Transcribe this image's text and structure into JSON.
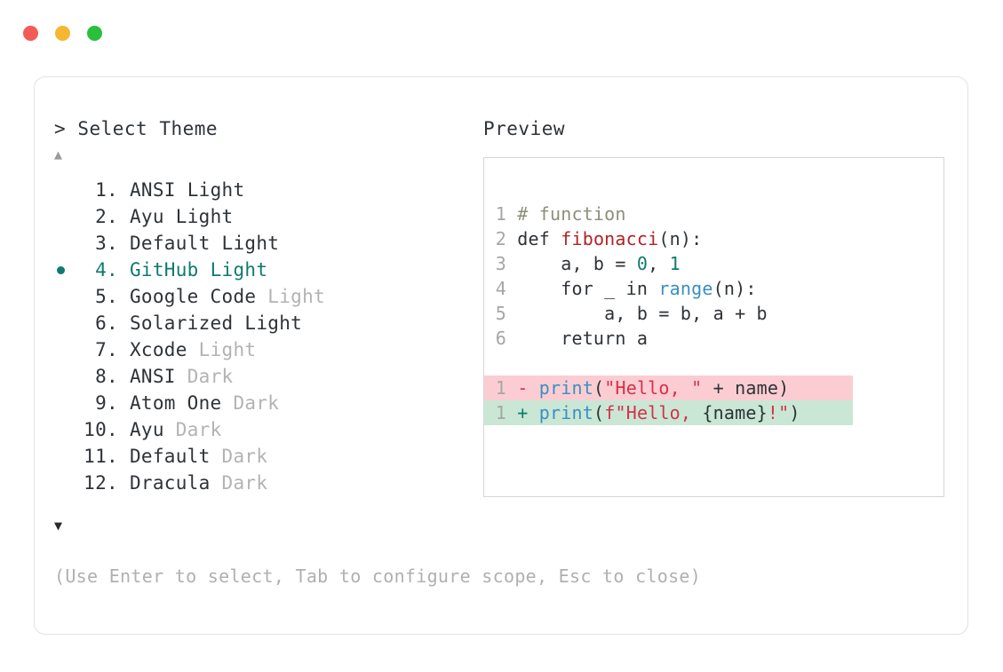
{
  "window": {
    "buttons": [
      {
        "name": "close",
        "color": "#f55b55"
      },
      {
        "name": "minimize",
        "color": "#f5b731"
      },
      {
        "name": "maximize",
        "color": "#28c03c"
      }
    ]
  },
  "picker": {
    "prompt_caret": ">",
    "prompt_label": "Select Theme",
    "scroll_up_glyph": "▲",
    "scroll_down_glyph": "▼",
    "selected_index": 4,
    "selection_bullet": "●",
    "accent_color": "#0f7a6e",
    "muted_color": "#b3b3b3",
    "items": [
      {
        "num": "1.",
        "name": "ANSI",
        "suffix": "Light",
        "suffix_muted": false
      },
      {
        "num": "2.",
        "name": "Ayu",
        "suffix": "Light",
        "suffix_muted": false
      },
      {
        "num": "3.",
        "name": "Default",
        "suffix": "Light",
        "suffix_muted": false
      },
      {
        "num": "4.",
        "name": "GitHub",
        "suffix": "Light",
        "suffix_muted": false
      },
      {
        "num": "5.",
        "name": "Google Code",
        "suffix": "Light",
        "suffix_muted": true
      },
      {
        "num": "6.",
        "name": "Solarized",
        "suffix": "Light",
        "suffix_muted": false
      },
      {
        "num": "7.",
        "name": "Xcode",
        "suffix": "Light",
        "suffix_muted": true
      },
      {
        "num": "8.",
        "name": "ANSI",
        "suffix": "Dark",
        "suffix_muted": true
      },
      {
        "num": "9.",
        "name": "Atom One",
        "suffix": "Dark",
        "suffix_muted": true
      },
      {
        "num": "10.",
        "name": "Ayu",
        "suffix": "Dark",
        "suffix_muted": true
      },
      {
        "num": "11.",
        "name": "Default",
        "suffix": "Dark",
        "suffix_muted": true
      },
      {
        "num": "12.",
        "name": "Dracula",
        "suffix": "Dark",
        "suffix_muted": true
      }
    ],
    "hint": "(Use Enter to select, Tab to configure scope, Esc to close)"
  },
  "preview": {
    "label": "Preview",
    "code_lines": [
      {
        "ln": "1",
        "tokens": [
          {
            "t": "# function",
            "c": "comment"
          }
        ]
      },
      {
        "ln": "2",
        "tokens": [
          {
            "t": "def ",
            "c": "plain"
          },
          {
            "t": "fibonacci",
            "c": "func"
          },
          {
            "t": "(n):",
            "c": "plain"
          }
        ]
      },
      {
        "ln": "3",
        "tokens": [
          {
            "t": "    a, b = ",
            "c": "plain"
          },
          {
            "t": "0",
            "c": "num"
          },
          {
            "t": ", ",
            "c": "plain"
          },
          {
            "t": "1",
            "c": "num"
          }
        ]
      },
      {
        "ln": "4",
        "tokens": [
          {
            "t": "    for _ in ",
            "c": "plain"
          },
          {
            "t": "range",
            "c": "builtin"
          },
          {
            "t": "(n):",
            "c": "plain"
          }
        ]
      },
      {
        "ln": "5",
        "tokens": [
          {
            "t": "        a, b = b, a + b",
            "c": "plain"
          }
        ]
      },
      {
        "ln": "6",
        "tokens": [
          {
            "t": "    return a",
            "c": "plain"
          }
        ]
      }
    ],
    "diff_lines": [
      {
        "ln": "1",
        "kind": "del",
        "sign": "-",
        "tokens": [
          {
            "t": "print",
            "c": "builtin"
          },
          {
            "t": "(",
            "c": "brace"
          },
          {
            "t": "\"Hello, \"",
            "c": "string"
          },
          {
            "t": " + name)",
            "c": "plain"
          }
        ]
      },
      {
        "ln": "1",
        "kind": "add",
        "sign": "+",
        "tokens": [
          {
            "t": "print",
            "c": "builtin"
          },
          {
            "t": "(",
            "c": "brace"
          },
          {
            "t": "f\"Hello, ",
            "c": "string"
          },
          {
            "t": "{name}",
            "c": "plain"
          },
          {
            "t": "!\"",
            "c": "string"
          },
          {
            "t": ")",
            "c": "brace"
          }
        ]
      }
    ],
    "diff_del_bg": "#fbcdd2",
    "diff_add_bg": "#c9e7d4"
  }
}
